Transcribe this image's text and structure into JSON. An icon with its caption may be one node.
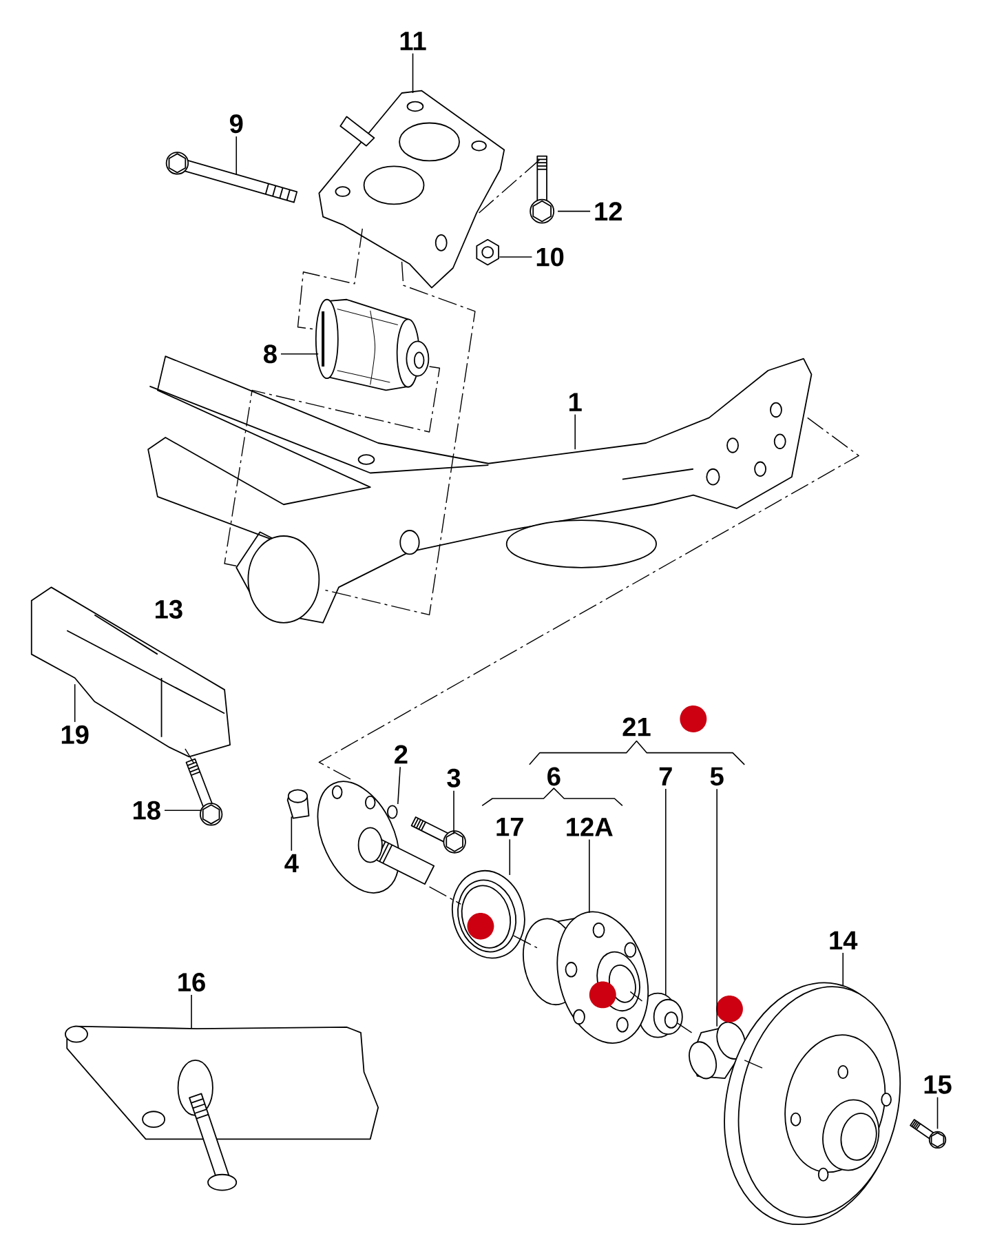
{
  "diagram": {
    "nodes": [
      {
        "text": [
          "11"
        ]
      },
      {
        "text": [
          "9"
        ]
      },
      {
        "text": [
          "12"
        ]
      },
      {
        "text": [
          "10"
        ]
      },
      {
        "text": [
          "8"
        ]
      },
      {
        "text": [
          "1"
        ]
      },
      {
        "text": [
          "19"
        ]
      },
      {
        "text": [
          "2"
        ]
      },
      {
        "text": [
          "7"
        ]
      },
      {
        "text": [
          "5"
        ]
      },
      {
        "text": [
          "3"
        ]
      },
      {
        "text": [
          "18"
        ]
      },
      {
        "text": [
          "17"
        ]
      },
      {
        "text": [
          "12A"
        ]
      },
      {
        "text": [
          "4"
        ]
      },
      {
        "text": [
          "14"
        ]
      },
      {
        "text": [
          "16"
        ]
      },
      {
        "text": [
          "15"
        ]
      },
      {
        "text": [],
        "shape": "picture"
      },
      {
        "text": [],
        "shape": "picture"
      },
      {
        "text": [],
        "shape": "picture"
      },
      {
        "text": [],
        "shape": "picture"
      },
      {
        "text": [],
        "shape": "picture"
      },
      {
        "text": [],
        "shape": "picture"
      },
      {
        "text": [],
        "shape": "picture"
      },
      {
        "text": [],
        "shape": "picture"
      },
      {
        "text": [],
        "shape": "picture"
      },
      {
        "text": [],
        "shape": "picture"
      },
      {
        "text": [],
        "shape": "picture"
      },
      {
        "text": [],
        "shape": "picture"
      },
      {
        "text": [],
        "shape": "picture"
      },
      {
        "text": [],
        "shape": "picture"
      },
      {
        "text": [],
        "shape": "picture"
      },
      {
        "text": [],
        "shape": "picture"
      },
      {
        "text": [],
        "shape": "picture"
      },
      {
        "text": [],
        "shape": "picture"
      }
    ],
    "edges": [
      {
        "from": 0,
        "to": 18,
        "arrow": "none"
      },
      {
        "from": 1,
        "to": 19,
        "arrow": "none"
      },
      {
        "from": 2,
        "to": 20,
        "arrow": "none"
      },
      {
        "from": 3,
        "to": 21,
        "arrow": "none"
      },
      {
        "from": 4,
        "to": 22,
        "arrow": "none"
      },
      {
        "from": 5,
        "to": 23,
        "arrow": "none"
      },
      {
        "from": 6,
        "to": 24,
        "arrow": "none"
      },
      {
        "from": 7,
        "to": 25,
        "arrow": "none"
      },
      {
        "from": 8,
        "to": 26,
        "arrow": "none"
      },
      {
        "from": 9,
        "to": 27,
        "arrow": "none"
      },
      {
        "from": 10,
        "to": 28,
        "arrow": "none"
      },
      {
        "from": 11,
        "to": 29,
        "arrow": "none"
      },
      {
        "from": 12,
        "to": 30,
        "arrow": "none"
      },
      {
        "from": 13,
        "to": 31,
        "arrow": "none"
      },
      {
        "from": 14,
        "to": 32,
        "arrow": "none"
      },
      {
        "from": 15,
        "to": 33,
        "arrow": "none"
      },
      {
        "from": 16,
        "to": 34,
        "arrow": "none"
      },
      {
        "from": 17,
        "to": 35,
        "arrow": "none"
      },
      {
        "from": 18,
        "to": 20,
        "arrow": "none",
        "style": "dashed"
      },
      {
        "from": 18,
        "to": 22,
        "arrow": "none",
        "style": "dashed"
      },
      {
        "from": 18,
        "to": 23,
        "arrow": "none",
        "style": "dashed"
      },
      {
        "from": 22,
        "to": 23,
        "arrow": "none",
        "style": "dashed"
      },
      {
        "from": 23,
        "to": 25,
        "arrow": "none",
        "style": "dashed"
      },
      {
        "from": 24,
        "to": 29,
        "arrow": "none",
        "style": "dashed"
      },
      {
        "from": 25,
        "to": 30,
        "arrow": "none",
        "style": "dashed"
      },
      {
        "from": 30,
        "to": 31,
        "arrow": "none",
        "style": "dashed"
      },
      {
        "from": 31,
        "to": 26,
        "arrow": "none",
        "style": "dashed"
      },
      {
        "from": 26,
        "to": 27,
        "arrow": "none",
        "style": "dashed"
      },
      {
        "from": 27,
        "to": 33,
        "arrow": "none",
        "style": "dashed"
      }
    ],
    "labels": [
      "13",
      "21",
      "6"
    ]
  }
}
